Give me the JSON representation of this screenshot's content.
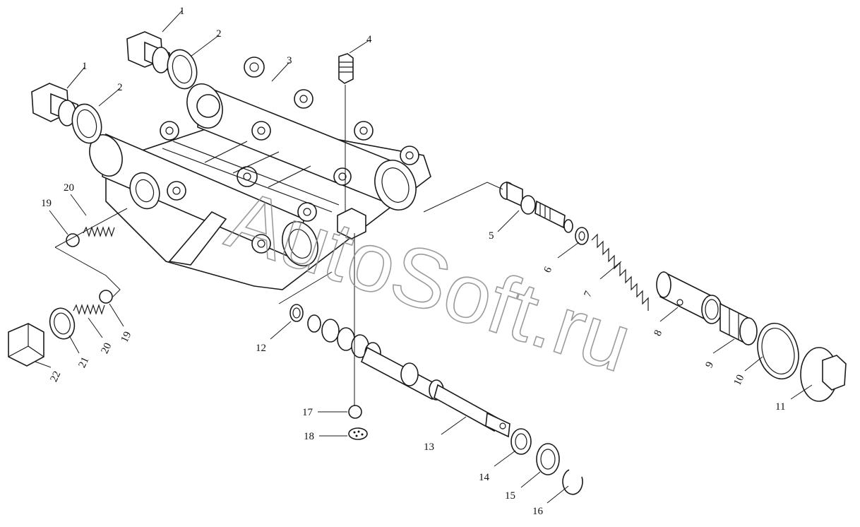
{
  "watermark": "AutoSoft.ru",
  "callouts": {
    "c1a": "1",
    "c1b": "1",
    "c2a": "2",
    "c2b": "2",
    "c3": "3",
    "c4": "4",
    "c5": "5",
    "c6": "6",
    "c7": "7",
    "c8": "8",
    "c9": "9",
    "c10": "10",
    "c11": "11",
    "c12": "12",
    "c13": "13",
    "c14": "14",
    "c15": "15",
    "c16": "16",
    "c17": "17",
    "c18": "18",
    "c19a": "19",
    "c19b": "19",
    "c20a": "20",
    "c20b": "20",
    "c21": "21",
    "c22": "22"
  }
}
